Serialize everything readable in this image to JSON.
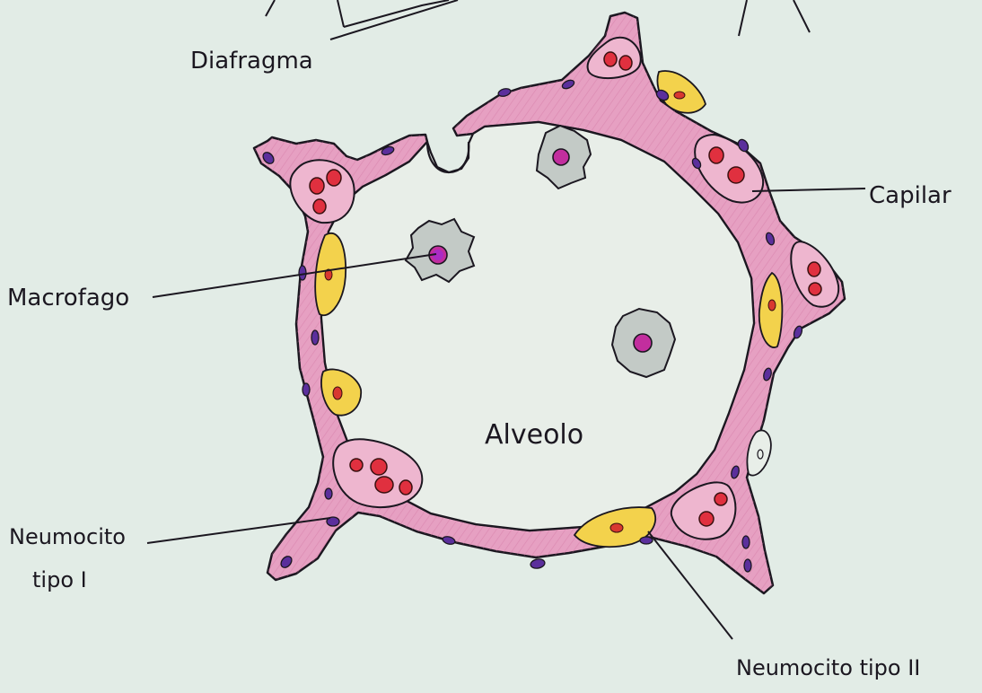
{
  "labels": {
    "diafragma": "Diafragma",
    "capilar": "Capilar",
    "macrofago": "Macrofago",
    "alveolo": "Alveolo",
    "neumocito_1_line1": "Neumocito",
    "neumocito_1_line2": "tipo I",
    "neumocito_2": "Neumocito tipo II"
  },
  "colors": {
    "paper": "#e2ece6",
    "wall": "#e6a0c2",
    "wall_shade": "#cf6f9e",
    "alveolus_interior": "#e8eee8",
    "type1_nucleus": "#5b2f9c",
    "type2_cell": "#f3d24c",
    "red_blood_cell": "#e0303f",
    "macrophage": "#c3cac6",
    "macrophage_nucleus": "#c22e9e",
    "ink": "#1b1720"
  }
}
